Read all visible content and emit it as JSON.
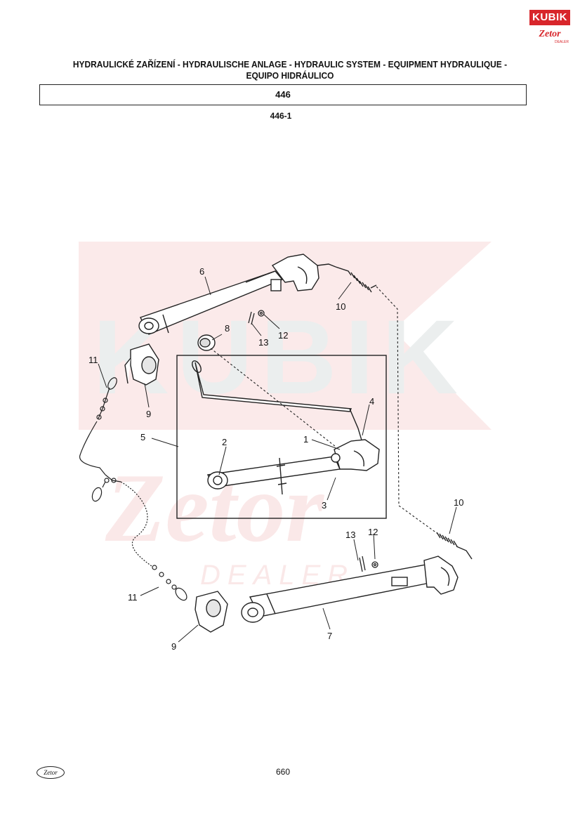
{
  "brand": {
    "top": "KUBIK",
    "bottom": "Zetor",
    "sub": "DEALER"
  },
  "header": {
    "title_line1": "HYDRAULICKÉ ZAŘÍZENÍ - HYDRAULISCHE ANLAGE - HYDRAULIC SYSTEM - EQUIPMENT HYDRAULIQUE -",
    "title_line2": "EQUIPO HIDRÁULICO",
    "section": "446",
    "subsection": "446-1"
  },
  "watermark": {
    "top": "KUBIK",
    "middle": "Zetor",
    "bottom": "DEALER"
  },
  "callouts": {
    "c6": "6",
    "c10a": "10",
    "c12a": "12",
    "c13a": "13",
    "c8": "8",
    "c11a": "11",
    "c9a": "9",
    "c4": "4",
    "c1": "1",
    "c5": "5",
    "c2": "2",
    "c3": "3",
    "c10b": "10",
    "c12b": "12",
    "c13b": "13",
    "c11b": "11",
    "c7": "7",
    "c9b": "9"
  },
  "footer": {
    "logo": "Zetor",
    "page": "660"
  }
}
